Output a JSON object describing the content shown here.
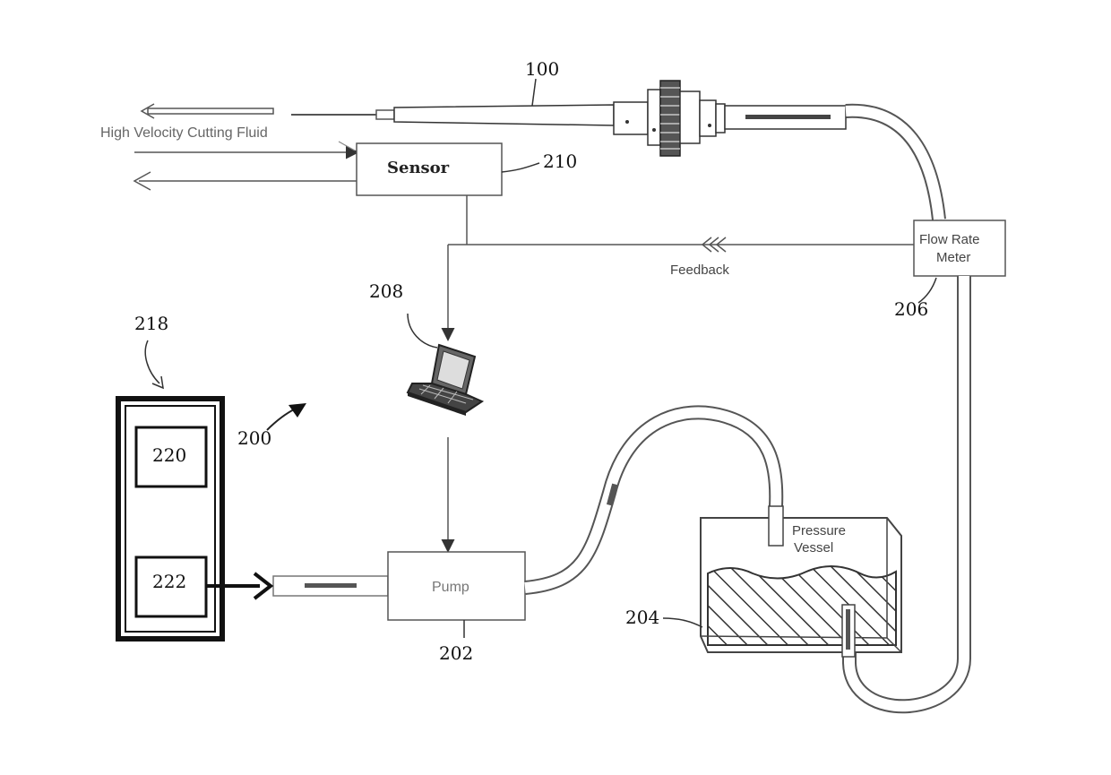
{
  "refs": {
    "nozzle": "100",
    "system": "200",
    "pump": "202",
    "pressure_vessel": "204",
    "flow_meter": "206",
    "computer": "208",
    "sensor": "210",
    "controller": "218",
    "module_a": "220",
    "module_b": "222"
  },
  "labels": {
    "cutting_fluid": "High Velocity Cutting Fluid",
    "sensor": "Sensor",
    "flow_meter_line1": "Flow Rate",
    "flow_meter_line2": "Meter",
    "feedback": "Feedback",
    "pump": "Pump",
    "vessel_line1": "Pressure",
    "vessel_line2": "Vessel"
  }
}
